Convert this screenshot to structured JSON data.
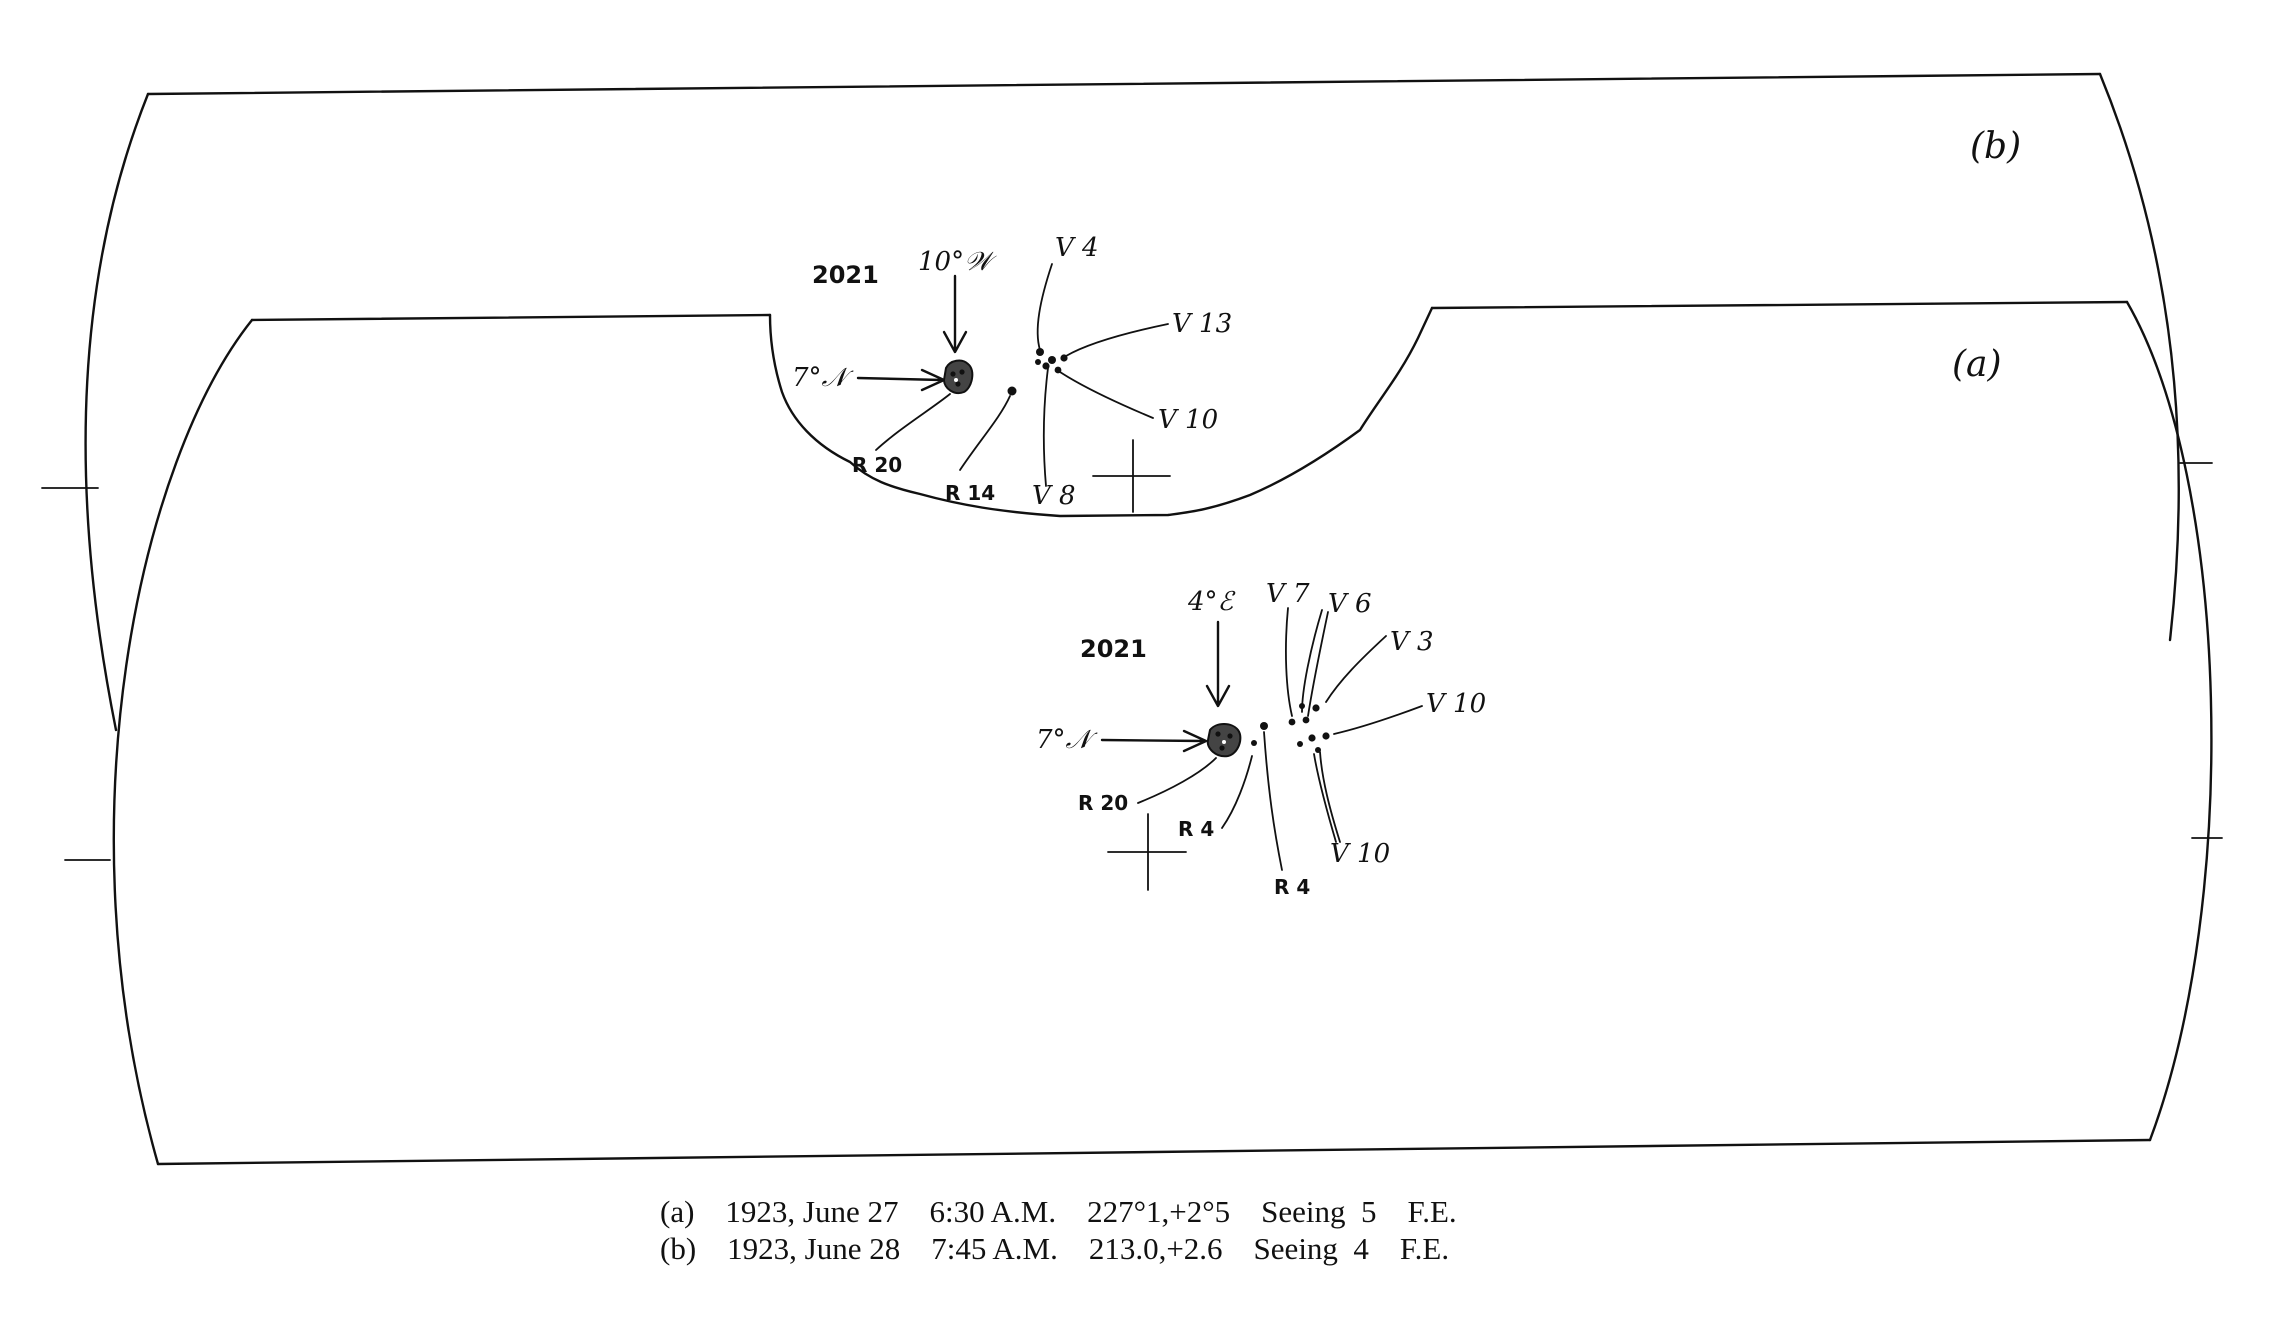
{
  "panel_b": {
    "tag": "(b)",
    "group": "2021",
    "longitude_mark": "10°𝒲",
    "latitude_mark": "7°𝒩",
    "spots": {
      "v4": "V 4",
      "v13": "V 13",
      "v10": "V 10",
      "v8": "V 8",
      "r20": "R 20",
      "r14": "R 14"
    }
  },
  "panel_a": {
    "tag": "(a)",
    "group": "2021",
    "longitude_mark": "4°ℰ",
    "latitude_mark": "7°𝒩",
    "spots": {
      "v7": "V 7",
      "v6": "V 6",
      "v3": "V 3",
      "v10_upper": "V 10",
      "v10_lower": "V 10",
      "r20": "R 20",
      "r4_left": "R 4",
      "r4_bottom": "R 4"
    }
  },
  "caption": {
    "line_a": "(a)    1923, June 27    6:30 A.M.    227°1,+2°5    Seeing  5    F.E.",
    "line_b": "(b)    1923, June 28    7:45 A.M.    213.0,+2.6    Seeing  4    F.E."
  }
}
